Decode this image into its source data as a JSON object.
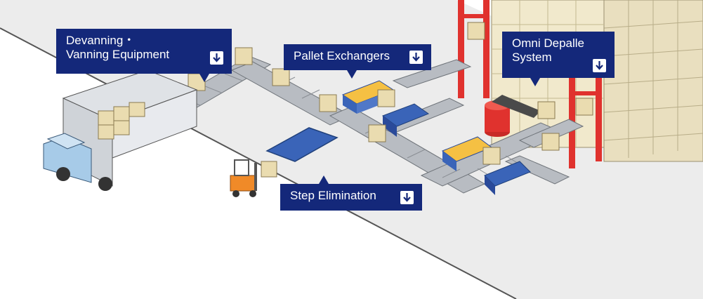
{
  "callouts": {
    "devanning": {
      "line1": "Devanning・",
      "line2": "Vanning Equipment"
    },
    "pallet_exchangers": {
      "label": "Pallet Exchangers"
    },
    "omni_depalle": {
      "line1": "Omni Depalle",
      "line2": "System"
    },
    "step_elimination": {
      "label": "Step Elimination"
    }
  },
  "icons": {
    "callout": "download-arrow-icon"
  },
  "colors": {
    "callout_bg": "#14287a",
    "floor": "#ececec",
    "rack_red": "#e0322e",
    "box": "#eadcb0",
    "conveyor": "#b8bcc2",
    "pallet_blue": "#3a64b8",
    "forklift_orange": "#f08a28",
    "truck_blue": "#a7cbe8"
  }
}
